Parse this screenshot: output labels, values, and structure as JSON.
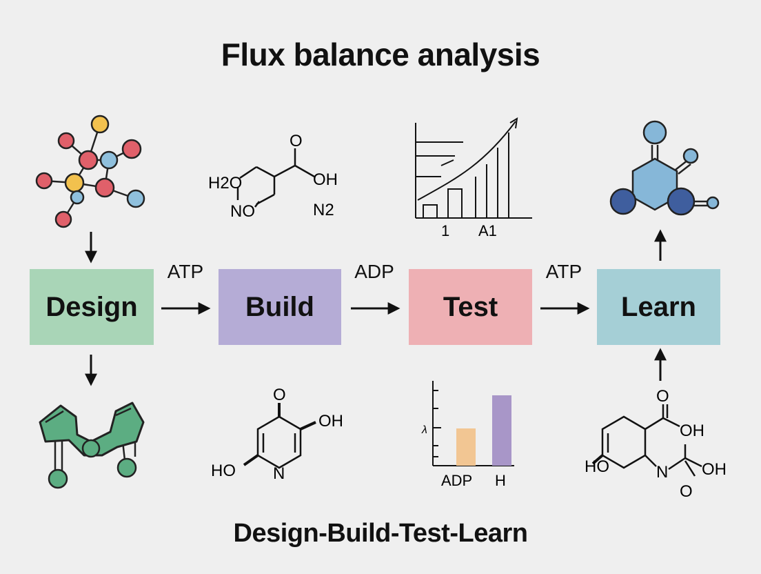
{
  "title": "Flux balance analysis",
  "caption": "Design-Build-Test-Learn",
  "stages": [
    {
      "label": "Design",
      "color": "#a9d5b7"
    },
    {
      "label": "Build",
      "color": "#b5acd6"
    },
    {
      "label": "Test",
      "color": "#eeb0b4"
    },
    {
      "label": "Learn",
      "color": "#a5cfd6"
    }
  ],
  "flow_labels": [
    "ATP",
    "ADP",
    "ATP"
  ],
  "build_top_molecule": {
    "atoms": [
      "H2O",
      "NO",
      "O",
      "OH",
      "N2"
    ]
  },
  "build_bottom_molecule": {
    "atoms": [
      "O",
      "OH",
      "HO",
      "N"
    ]
  },
  "test_top_chart": {
    "tick_labels": [
      "1",
      "A1"
    ]
  },
  "test_bottom_chart": {
    "type": "bar",
    "categories": [
      "ADP",
      "H"
    ],
    "values": [
      0.45,
      0.85
    ],
    "colors": [
      "#f2c693",
      "#a896c8"
    ]
  },
  "learn_bottom_molecule": {
    "atoms": [
      "O",
      "OH",
      "HO",
      "N",
      "OH",
      "O"
    ]
  },
  "colors": {
    "red_node": "#e0606a",
    "yellow_node": "#f2c14e",
    "blue_node": "#8fc0dd",
    "green": "#5cad82",
    "dark_blue_node": "#3f5e9e",
    "light_blue_node": "#86b7d8"
  }
}
